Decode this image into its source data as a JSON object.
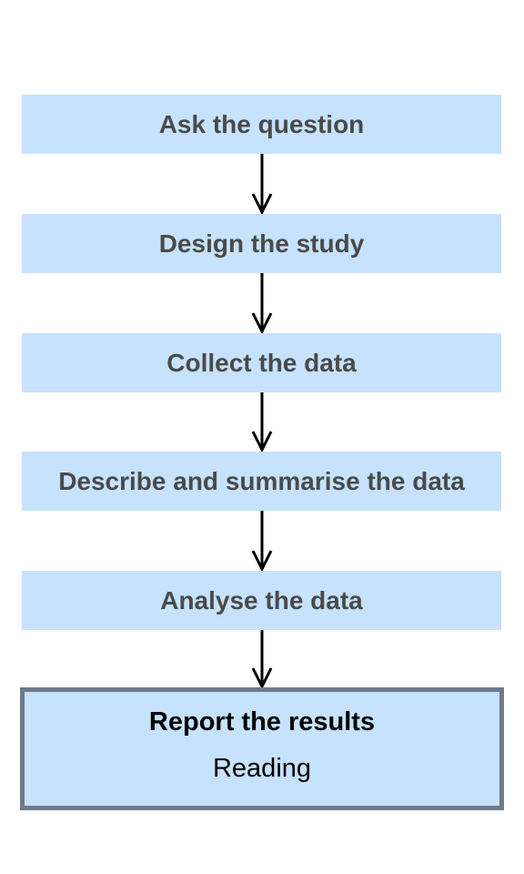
{
  "steps": [
    {
      "label": "Ask the question"
    },
    {
      "label": "Design the study"
    },
    {
      "label": "Collect the data"
    },
    {
      "label": "Describe and summarise the data"
    },
    {
      "label": "Analyse the data"
    }
  ],
  "final_step": {
    "title": "Report the results",
    "subtitle": "Reading"
  },
  "colors": {
    "box_fill": "#c6e2fc",
    "box_text": "#4a4a4a",
    "final_border": "#6e7b8b",
    "arrow": "#000000"
  }
}
